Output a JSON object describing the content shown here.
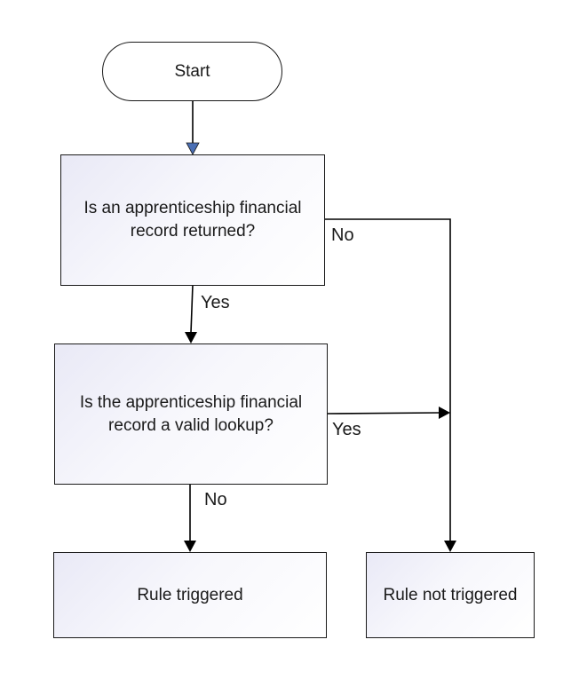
{
  "flowchart": {
    "start": "Start",
    "q1": {
      "line1": "Is an apprenticeship financial",
      "line2": "record returned?"
    },
    "q2": {
      "line1": "Is the apprenticeship financial",
      "line2": "record a valid lookup?"
    },
    "rule_triggered": "Rule triggered",
    "rule_not_triggered": "Rule not triggered",
    "edge_labels": {
      "q1_no": "No",
      "q1_yes": "Yes",
      "q2_yes": "Yes",
      "q2_no": "No"
    }
  },
  "colors": {
    "start_arrowhead": "#4a6fb5",
    "line": "#000000"
  }
}
